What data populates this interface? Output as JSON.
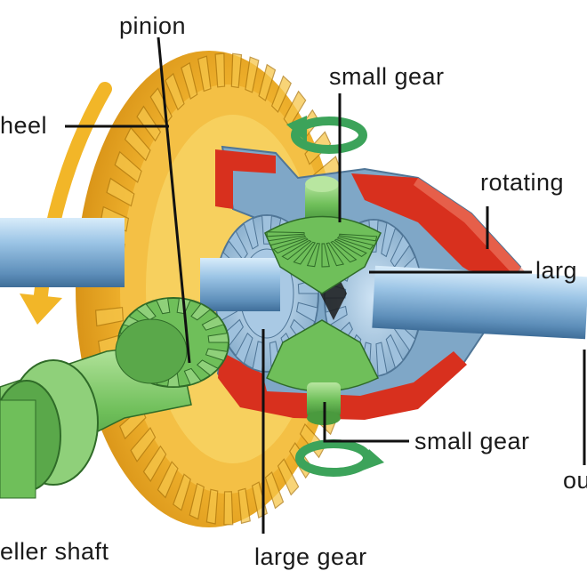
{
  "labels": {
    "pinion": "pinion",
    "wheel": "heel",
    "small_gear_top": "small gear",
    "rotating": "rotating",
    "large_gear_right": "larg",
    "small_gear_bottom": "small gear",
    "output": "ou",
    "propeller_shaft": "eller shaft",
    "large_gear_bottom": "large gear"
  },
  "colors": {
    "crown_wheel": "#f0b330",
    "crown_teeth": "#f6c64a",
    "housing_red": "#d8301e",
    "housing_blue": "#7fa7c7",
    "shaft_blue": "#8fbbe0",
    "gear_green": "#6fbf5a",
    "arrow_green": "#3ca35a",
    "arrow_yellow": "#f2b628"
  },
  "icons": {
    "rotation_top": "rotation-arrow-icon",
    "rotation_bottom": "rotation-arrow-icon",
    "wheel_direction": "curved-arrow-icon"
  }
}
